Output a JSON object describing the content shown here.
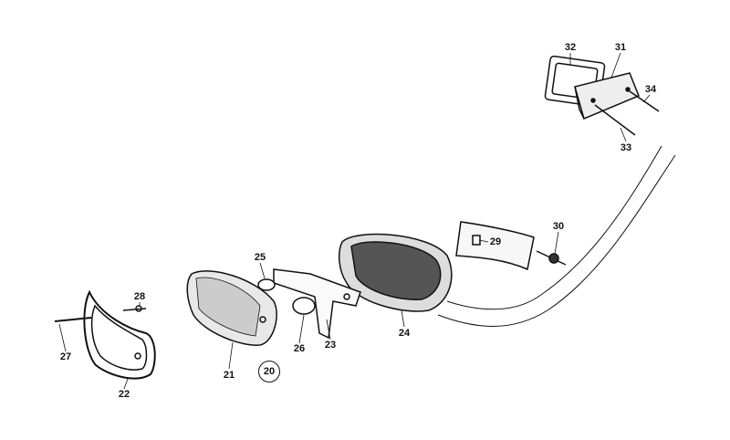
{
  "diagram": {
    "type": "exploded parts diagram",
    "assembly_number": "20",
    "part_labels": [
      "21",
      "22",
      "23",
      "24",
      "25",
      "26",
      "27",
      "28",
      "29",
      "30",
      "31",
      "32",
      "33",
      "34"
    ]
  }
}
